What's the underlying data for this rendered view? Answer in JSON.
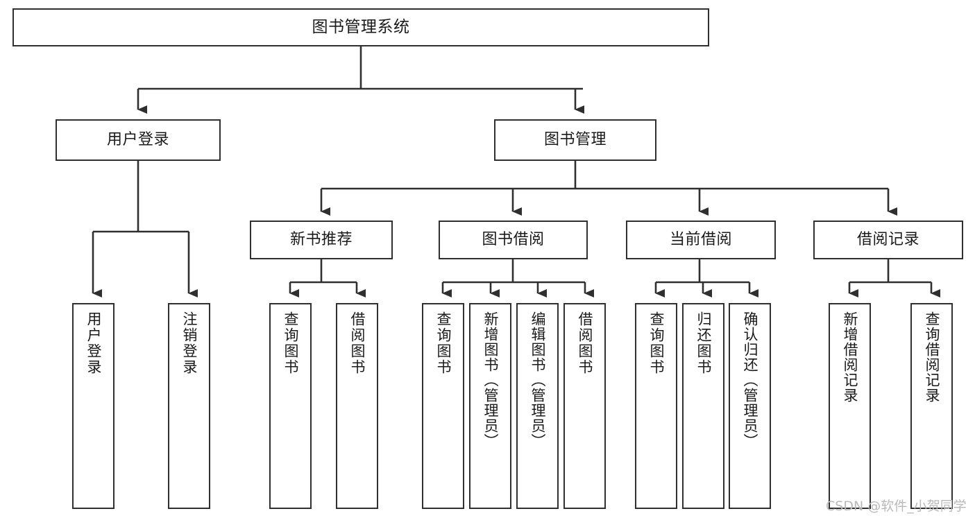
{
  "diagram": {
    "title": "图书管理系统",
    "type": "功能结构图",
    "line_color": "#2f2f2f",
    "box_fill": "#ffffff",
    "text_color": "#1a1a1a"
  },
  "root": {
    "label": "图书管理系统"
  },
  "level1": [
    {
      "label": "用户登录"
    },
    {
      "label": "图书管理"
    }
  ],
  "user_login_children": [
    {
      "label": "用户登录"
    },
    {
      "label": "注销登录"
    }
  ],
  "book_manage_groups": [
    {
      "label": "新书推荐",
      "children": [
        {
          "label": "查询图书"
        },
        {
          "label": "借阅图书"
        }
      ]
    },
    {
      "label": "图书借阅",
      "children": [
        {
          "label": "查询图书"
        },
        {
          "label": "新增图书（管理员）"
        },
        {
          "label": "编辑图书（管理员）"
        },
        {
          "label": "借阅图书"
        }
      ]
    },
    {
      "label": "当前借阅",
      "children": [
        {
          "label": "查询图书"
        },
        {
          "label": "归还图书"
        },
        {
          "label": "确认归还（管理员）"
        }
      ]
    },
    {
      "label": "借阅记录",
      "children": [
        {
          "label": "新增借阅记录"
        },
        {
          "label": "查询借阅记录"
        }
      ]
    }
  ],
  "watermark": {
    "text": "CSDN @软件_小贺同学"
  }
}
